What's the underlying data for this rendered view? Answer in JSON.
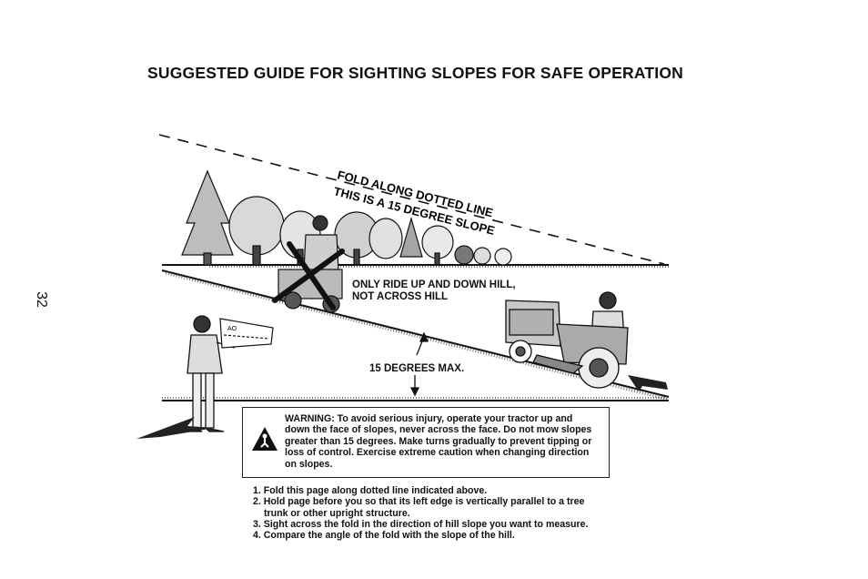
{
  "page": {
    "title": "SUGGESTED GUIDE FOR SIGHTING SLOPES FOR SAFE OPERATION",
    "page_number": "32"
  },
  "diagram": {
    "fold_label": "FOLD ALONG DOTTED LINE",
    "slope_label": "THIS IS A 15 DEGREE SLOPE",
    "ride_instruction_line1": "ONLY RIDE UP AND DOWN HILL,",
    "ride_instruction_line2": "NOT ACROSS HILL",
    "max_label": "15 DEGREES MAX.",
    "gauge_text": "AO"
  },
  "warning": {
    "text": "WARNING: To avoid serious injury, operate your tractor up and down the face of slopes, never across the face. Do not mow slopes greater than 15 degrees. Make turns gradually to prevent tipping or loss of control. Exercise extreme caution when changing direction on slopes."
  },
  "steps": [
    "1. Fold this page along dotted line indicated above.",
    "2. Hold page before you so that its left edge is vertically parallel to a tree",
    "trunk or other upright structure.",
    "3. Sight across the fold in the direction of hill slope you want to measure.",
    "4. Compare the angle of the fold with the slope of the hill."
  ],
  "colors": {
    "ink": "#111111",
    "paper": "#ffffff",
    "shade": "#9a9a9a"
  }
}
